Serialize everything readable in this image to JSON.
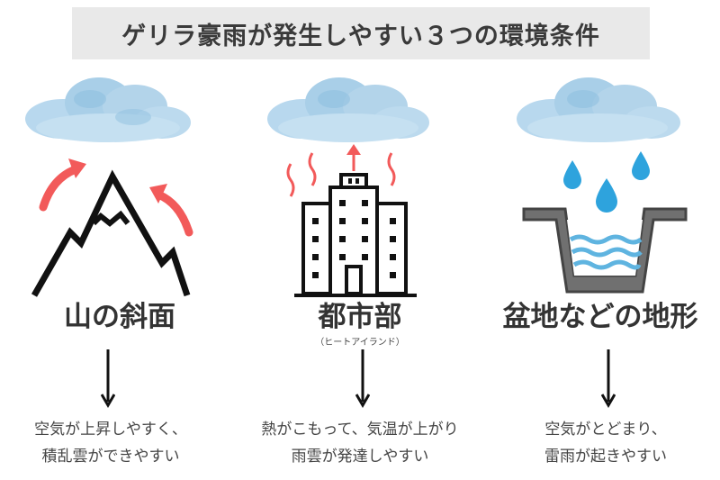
{
  "title": "ゲリラ豪雨が発生しやすい３つの環境条件",
  "conditions": [
    {
      "label": "山の斜面",
      "sublabel": "",
      "desc_line1": "空気が上昇しやすく、",
      "desc_line2": "積乱雲ができやすい",
      "icon": "mountain-icon"
    },
    {
      "label": "都市部",
      "sublabel": "（ヒートアイランド）",
      "desc_line1": "熱がこもって、気温が上がり",
      "desc_line2": "雨雲が発達しやすい",
      "icon": "building-icon"
    },
    {
      "label": "盆地などの地形",
      "sublabel": "",
      "desc_line1": "空気がとどまり、",
      "desc_line2": "雷雨が起きやすい",
      "icon": "basin-icon"
    }
  ],
  "colors": {
    "cloud": "#a9cfe8",
    "cloud_dark": "#7fb0d4",
    "red_arrow": "#f25a5a",
    "rain_drop": "#2ea3dd",
    "water": "#5fb4e0",
    "basin": "#6f6f6f",
    "title_bg": "#e9e9e9"
  }
}
